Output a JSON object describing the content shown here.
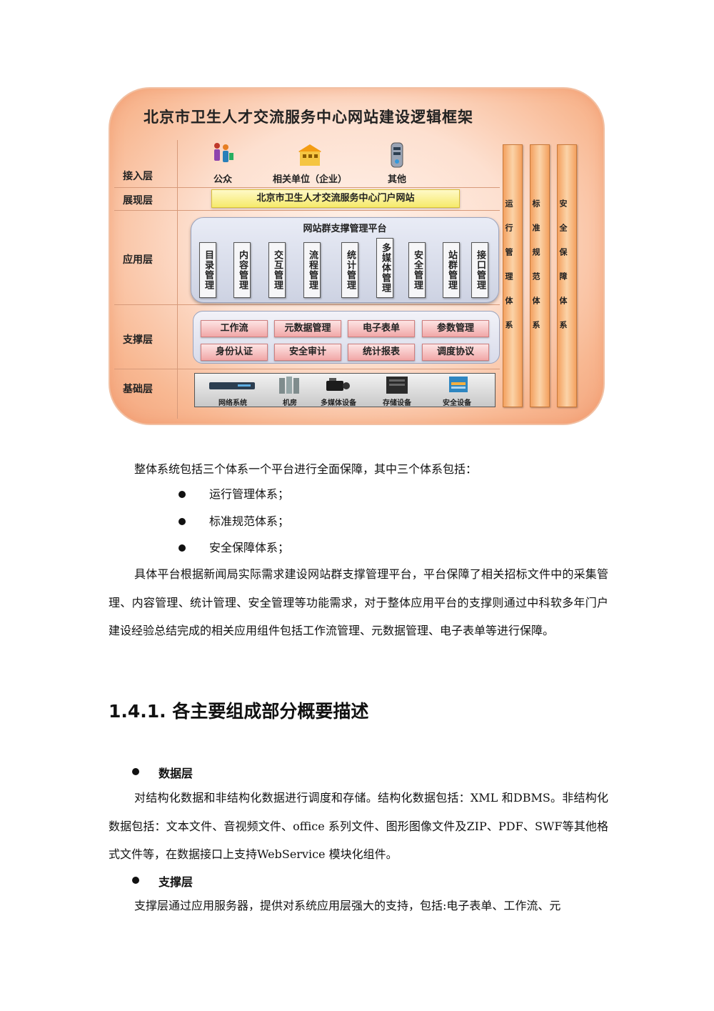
{
  "diagram": {
    "title": "北京市卫生人才交流服务中心网站建设逻辑框架",
    "layers": {
      "access": "接入层",
      "presentation": "展现层",
      "application": "应用层",
      "support": "支撑层",
      "base": "基础层"
    },
    "access_items": [
      "公众",
      "相关单位（企业）",
      "其他"
    ],
    "portal": "北京市卫生人才交流服务中心门户网站",
    "platform_title": "网站群支撑管理平台",
    "modules": [
      "目录管理",
      "内容管理",
      "交互管理",
      "流程管理",
      "统计管理",
      "多媒体管理",
      "安全管理",
      "站群管理",
      "接口管理"
    ],
    "support_items": [
      "工作流",
      "元数据管理",
      "电子表单",
      "参数管理",
      "身份认证",
      "安全审计",
      "统计报表",
      "调度协议"
    ],
    "infra_items": [
      "网络系统",
      "机房",
      "多媒体设备",
      "存储设备",
      "安全设备"
    ],
    "columns": [
      "运行管理体系",
      "标准规范体系",
      "安全保障体系"
    ]
  },
  "intro": "整体系统包括三个体系一个平台进行全面保障，其中三个体系包括：",
  "bullets": [
    "运行管理体系；",
    "标准规范体系；",
    "安全保障体系；"
  ],
  "paragraph1": "具体平台根据新闻局实际需求建设网站群支撑管理平台，平台保障了相关招标文件中的采集管理、内容管理、统计管理、安全管理等功能需求，对于整体应用平台的支撑则通过中科软多年门户建设经验总结完成的相关应用组件包括工作流管理、元数据管理、电子表单等进行保障。",
  "heading": "1.4.1.  各主要组成部分概要描述",
  "section_data": {
    "title": "数据层",
    "text": "对结构化数据和非结构化数据进行调度和存储。结构化数据包括：XML 和DBMS。非结构化数据包括：文本文件、音视频文件、office 系列文件、图形图像文件及ZIP、PDF、SWF等其他格式文件等，在数据接口上支持WebService 模块化组件。"
  },
  "section_support": {
    "title": "支撑层",
    "text": "支撑层通过应用服务器，提供对系统应用层强大的支持，包括:电子表单、工作流、元"
  }
}
